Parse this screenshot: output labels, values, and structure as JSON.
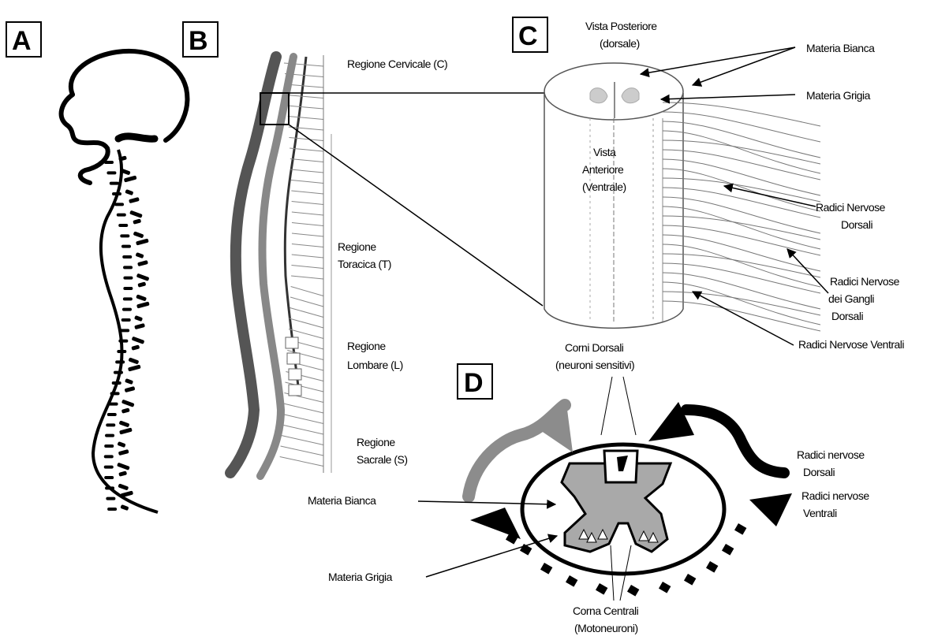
{
  "panels": {
    "a": "A",
    "b": "B",
    "c": "C",
    "d": "D"
  },
  "labels_b": {
    "cervical": "Regione Cervicale (C)",
    "thoracic_1": "Regione",
    "thoracic_2": "Toracica (T)",
    "lumbar_1": "Regione",
    "lumbar_2": "Lombare (L)",
    "sacral_1": "Regione",
    "sacral_2": "Sacrale (S)"
  },
  "labels_c": {
    "posterior_1": "Vista Posteriore",
    "posterior_2": "(dorsale)",
    "anterior_1": "Vista",
    "anterior_2": "Anteriore",
    "anterior_3": "(Ventrale)",
    "white_matter": "Materia Bianca",
    "gray_matter": "Materia Grigia",
    "dorsal_roots_1": "Radici Nervose",
    "dorsal_roots_2": "Dorsali",
    "ganglia_roots_1": "Radici Nervose",
    "ganglia_roots_2": "dei Gangli",
    "ganglia_roots_3": "Dorsali",
    "ventral_roots": "Radici Nervose Ventrali"
  },
  "labels_d": {
    "dorsal_horns_1": "Corni Dorsali",
    "dorsal_horns_2": "(neuroni sensitivi)",
    "dorsal_roots_1": "Radici nervose",
    "dorsal_roots_2": "Dorsali",
    "ventral_roots_1": "Radici nervose",
    "ventral_roots_2": "Ventrali",
    "white_matter": "Materia Bianca",
    "gray_matter": "Materia Grigia",
    "central_horns_1": "Corna Centrali",
    "central_horns_2": "(Motoneuroni)"
  },
  "colors": {
    "ink": "#000000",
    "gray_matter": "#a9a9a9",
    "dorsal_arrow": "#8c8c8c",
    "background": "#ffffff"
  }
}
